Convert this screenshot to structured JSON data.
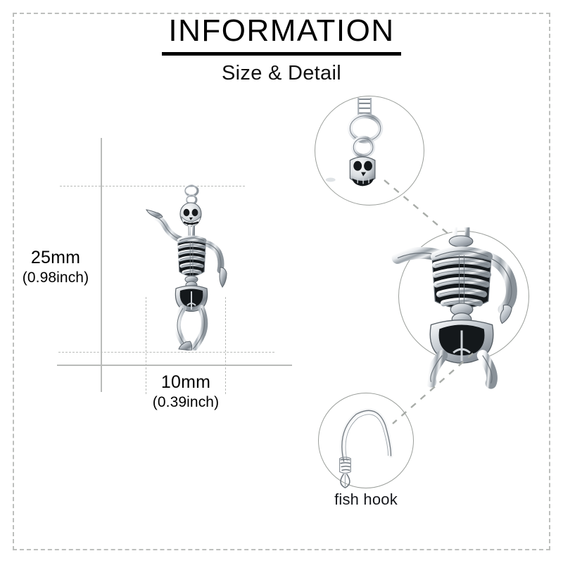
{
  "header": {
    "title": "INFORMATION",
    "subtitle": "Size & Detail"
  },
  "size_diagram": {
    "height_mm": "25mm",
    "height_inch": "(0.98inch)",
    "width_mm": "10mm",
    "width_inch": "(0.39inch)"
  },
  "details": {
    "skull_circle_name": "skull-head-detail",
    "torso_circle_name": "ribcage-pelvis-detail",
    "hook_circle_name": "fish-hook-detail",
    "hook_label": "fish hook"
  },
  "colors": {
    "frame_dash": "#bdbfbd",
    "guide_line": "#b9bbb9",
    "circle_outline": "#9b9f9b",
    "connector_dash": "#a8aca8",
    "text": "#000000",
    "metal_light": "#f2f3f4",
    "metal_mid": "#b9bec4",
    "metal_dark": "#5d646b",
    "metal_shadow": "#1d2124"
  }
}
